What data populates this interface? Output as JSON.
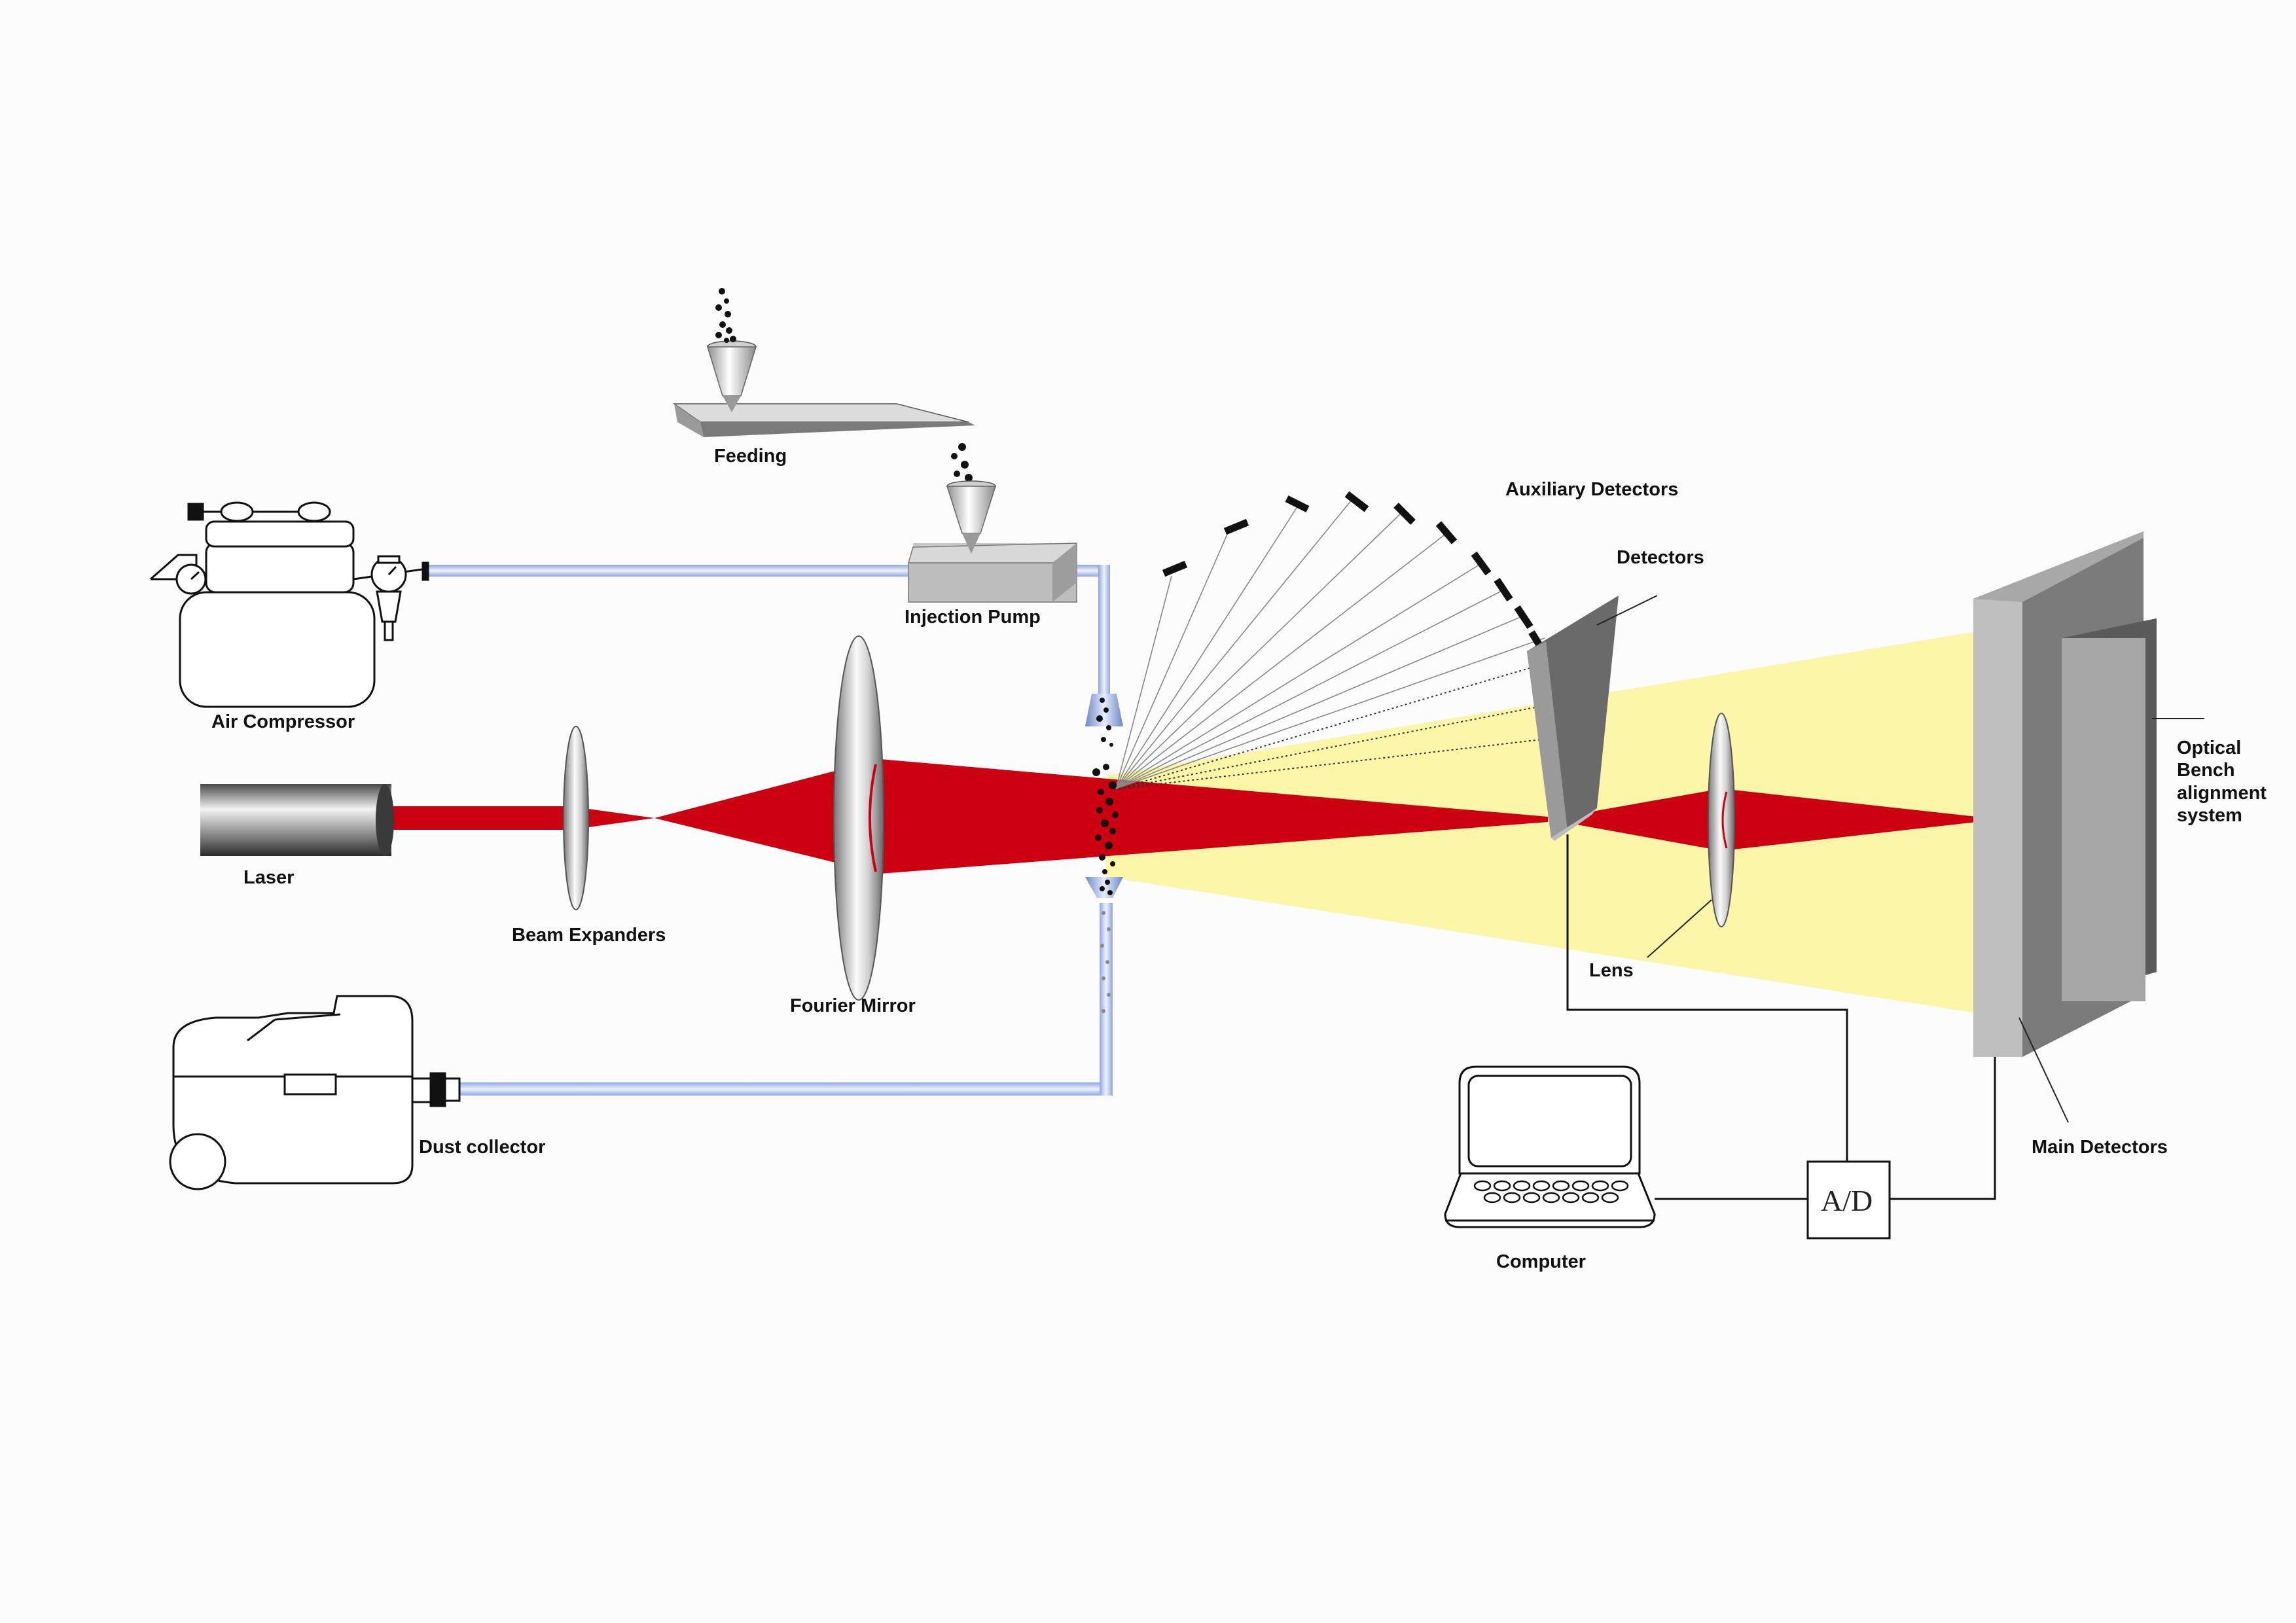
{
  "labels": {
    "feeding": "Feeding",
    "injection_pump": "Injection Pump",
    "air_compressor": "Air Compressor",
    "laser": "Laser",
    "beam_expanders": "Beam Expanders",
    "fourier_mirror": "Fourier Mirror",
    "dust_collector": "Dust collector",
    "auxiliary_detectors": "Auxiliary Detectors",
    "detectors": "Detectors",
    "lens": "Lens",
    "optical_bench": [
      "Optical",
      "Bench",
      "alignment",
      "system"
    ],
    "main_detectors": "Main Detectors",
    "computer": "Computer",
    "ad_converter": "A/D"
  },
  "colors": {
    "laser_beam": "#cc0011",
    "scattered_light": "#fbf6a8",
    "pipe": "#b9c8ee",
    "background": "#fcfcfc"
  }
}
